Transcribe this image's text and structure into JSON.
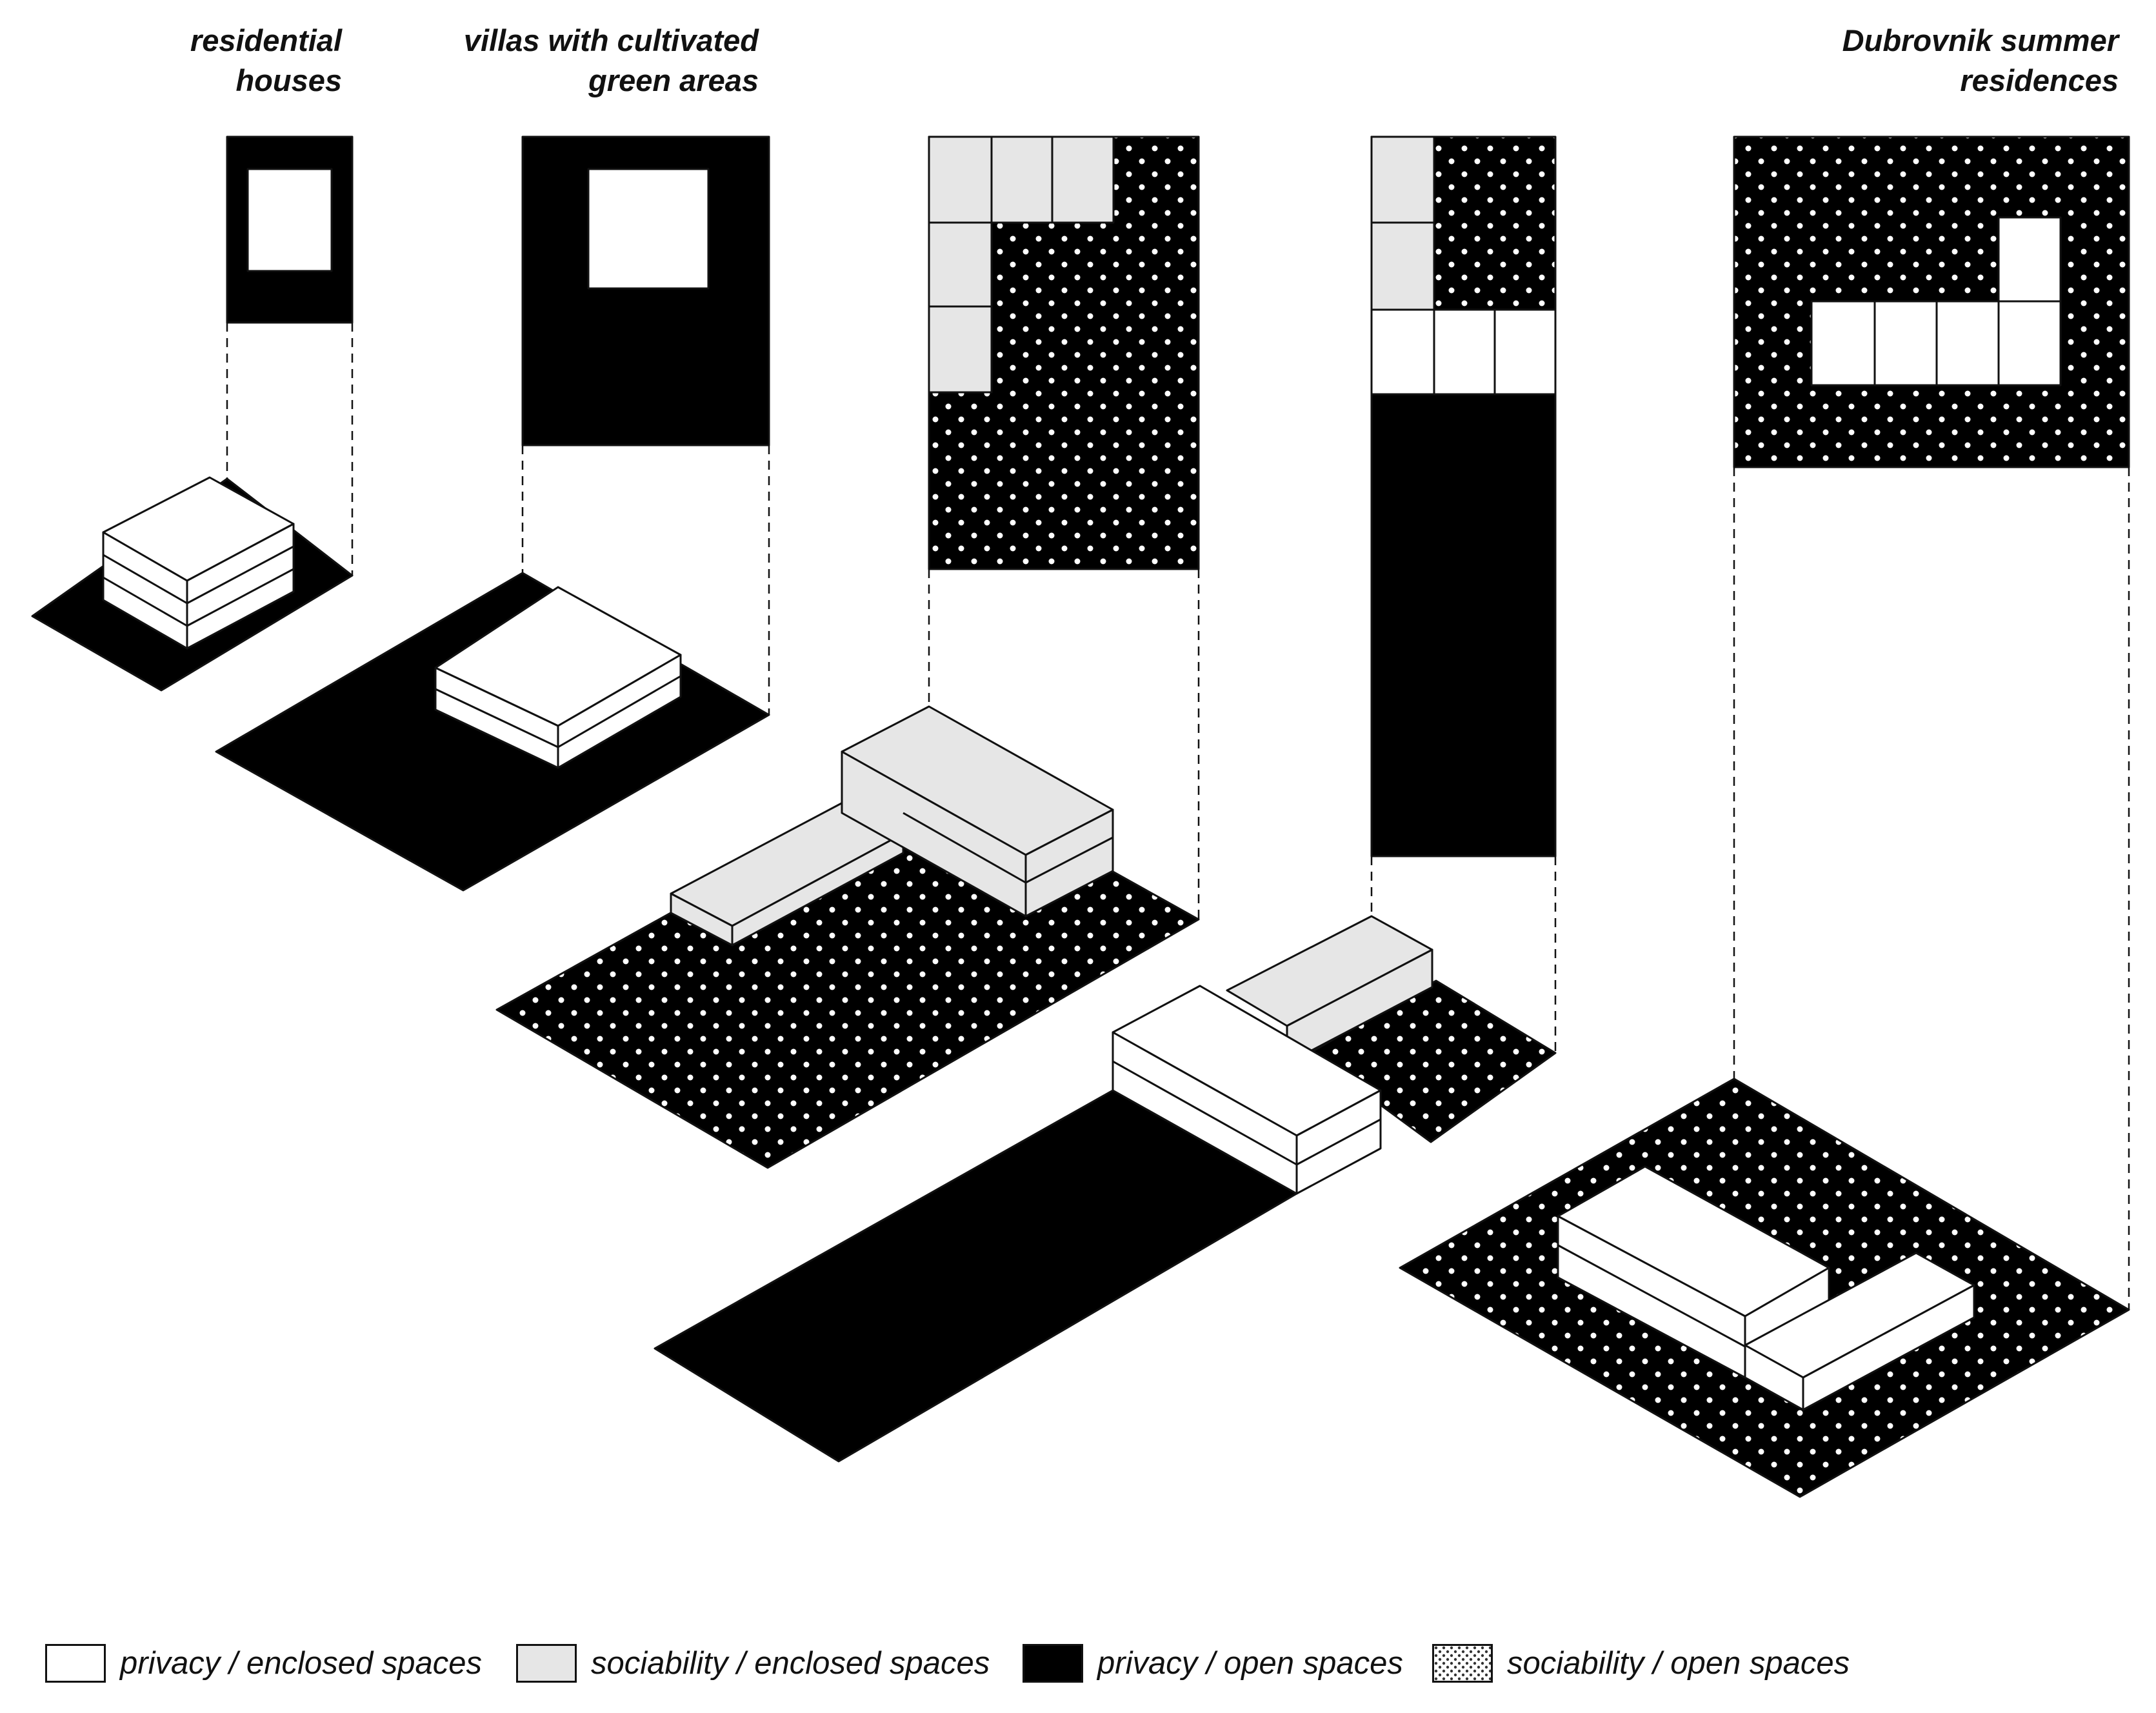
{
  "titles": {
    "col1": [
      "residential",
      "houses"
    ],
    "col2": [
      "villas with cultivated",
      "green areas"
    ],
    "col5": [
      "Dubrovnik summer",
      "residences"
    ]
  },
  "legend": [
    {
      "label": "privacy / enclosed spaces",
      "fill": "#ffffff"
    },
    {
      "label": "sociability / enclosed spaces",
      "fill": "#e6e6e6"
    },
    {
      "label": "privacy / open spaces",
      "fill": "#000000"
    },
    {
      "label": "sociability / open spaces",
      "fill": "dots"
    }
  ],
  "colors": {
    "privacy_enclosed": "#ffffff",
    "sociability_enclosed": "#e6e6e6",
    "privacy_open": "#000000",
    "sociability_open_dots": "#ffffff",
    "outline": "#111111"
  }
}
